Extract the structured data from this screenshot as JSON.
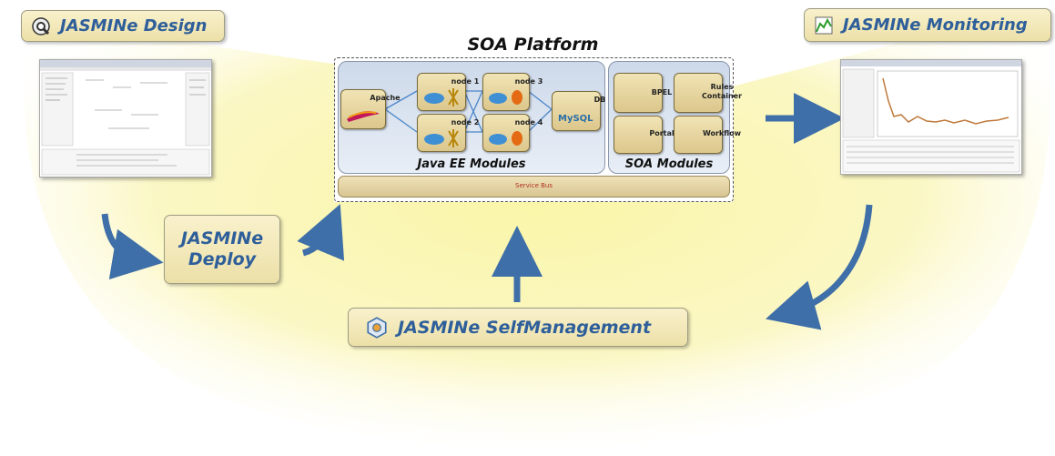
{
  "tools": {
    "design": "JASMINe Design",
    "monitoring": "JASMINe Monitoring",
    "deploy_line1": "JASMINe",
    "deploy_line2": "Deploy",
    "selfmanagement": "JASMINe SelfManagement"
  },
  "soa_platform": {
    "title": "SOA Platform",
    "javaee_label": "Java EE Modules",
    "soa_label": "SOA Modules",
    "service_bus": "Service Bus",
    "nodes": {
      "apache": "Apache",
      "node1": "node 1",
      "node2": "node 2",
      "node3": "node 3",
      "node4": "node 4",
      "db": "DB",
      "mysql": "MySQL"
    },
    "modules": {
      "bpel": "BPEL",
      "rules_line1": "Rules",
      "rules_line2": "Container",
      "portal": "Portal",
      "workflow": "Workflow"
    }
  },
  "colors": {
    "glow": "#f7f08a",
    "label_text": "#2f5f9a",
    "arrow": "#3f6fa8",
    "box_fill": "#f4eab9",
    "panel_fill": "#d6e0ee"
  }
}
